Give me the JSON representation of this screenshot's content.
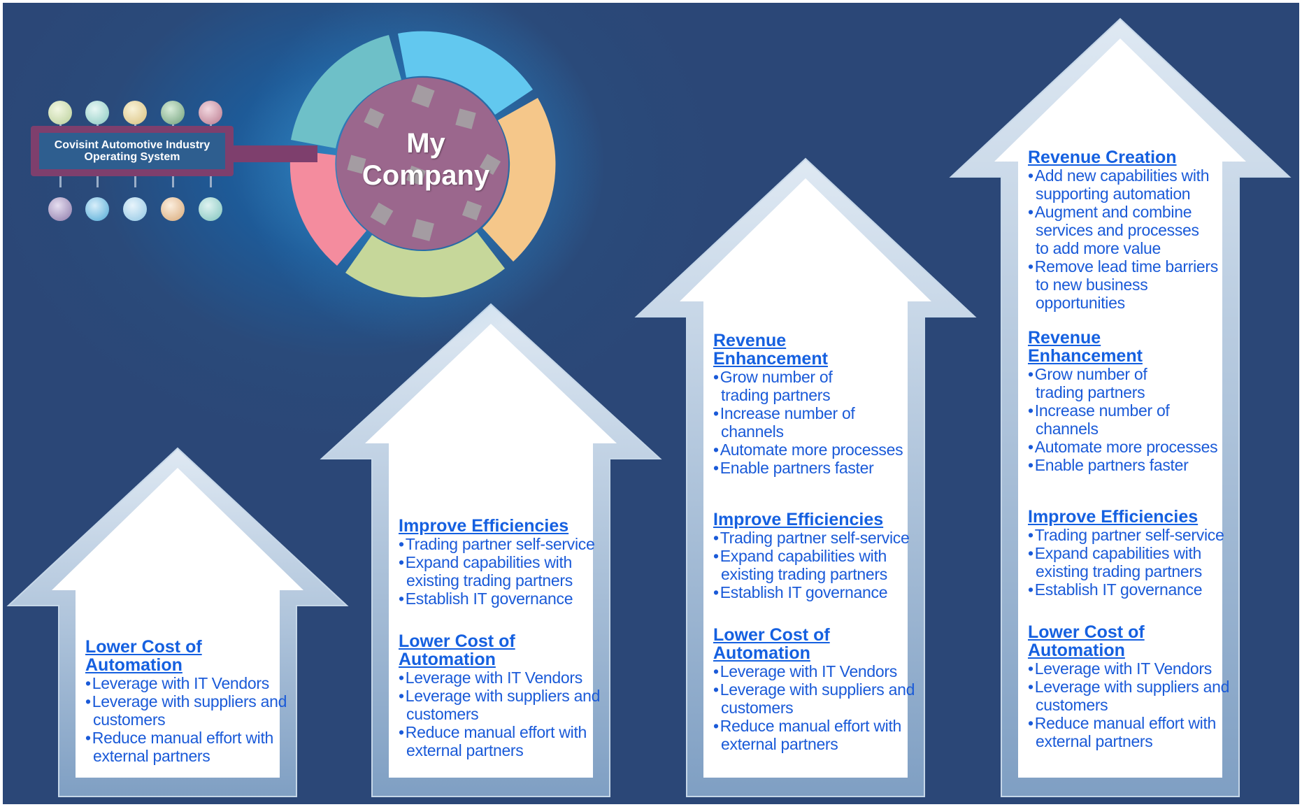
{
  "os_label": "Covisint Automotive Industry Operating System",
  "company_label": "My Company",
  "colors": {
    "background": "#2b4777",
    "heading": "#1560e0",
    "text": "#1a5ad8",
    "connector": "#7e3f6d"
  },
  "sections": {
    "lower_cost": {
      "title": "Lower Cost of Automation",
      "items": [
        "Leverage with IT Vendors",
        "Leverage with suppliers and customers",
        "Reduce manual effort with external partners"
      ]
    },
    "improve_efficiencies": {
      "title": "Improve Efficiencies",
      "items": [
        "Trading partner self-service",
        "Expand capabilities with existing trading partners",
        "Establish IT governance"
      ]
    },
    "revenue_enhancement": {
      "title": "Revenue Enhancement",
      "items": [
        "Grow number of trading partners",
        "Increase number of channels",
        "Automate more processes",
        "Enable partners faster"
      ]
    },
    "revenue_creation": {
      "title": "Revenue Creation",
      "items": [
        "Add new capabilities with supporting automation",
        "Augment and combine services and processes to add more value",
        "Remove lead time barriers to new business opportunities"
      ]
    }
  }
}
